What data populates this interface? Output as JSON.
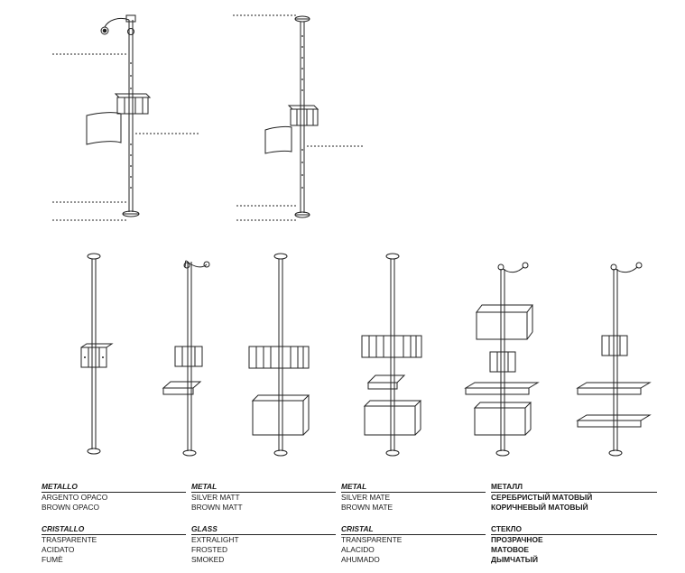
{
  "spec_table": {
    "material": {
      "it": {
        "title": "METALLO",
        "items": [
          "ARGENTO OPACO",
          "BROWN OPACO"
        ]
      },
      "en": {
        "title": "METAL",
        "items": [
          "SILVER MATT",
          "BROWN MATT"
        ]
      },
      "es": {
        "title": "METAL",
        "items": [
          "SILVER MATE",
          "BROWN MATE"
        ]
      },
      "ru": {
        "title": "МЕТАЛЛ",
        "items": [
          "СЕРЕБРИСТЫЙ МАТОВЫЙ",
          "КОРИЧНЕВЫЙ МАТОВЫЙ"
        ]
      }
    },
    "glass": {
      "it": {
        "title": "CRISTALLO",
        "items": [
          "TRASPARENTE",
          "ACIDATO",
          "FUMÈ"
        ]
      },
      "en": {
        "title": "GLASS",
        "items": [
          "EXTRALIGHT",
          "FROSTED",
          "SMOKED"
        ]
      },
      "es": {
        "title": "CRISTAL",
        "items": [
          "TRANSPARENTE",
          "ALACIDO",
          "AHUMADO"
        ]
      },
      "ru": {
        "title": "СТЕКЛО",
        "items": [
          "ПРОЗРАЧНОЕ",
          "МАТОВОЕ",
          "ДЫМЧАТЫЙ"
        ]
      }
    }
  },
  "line_color": "#222222"
}
